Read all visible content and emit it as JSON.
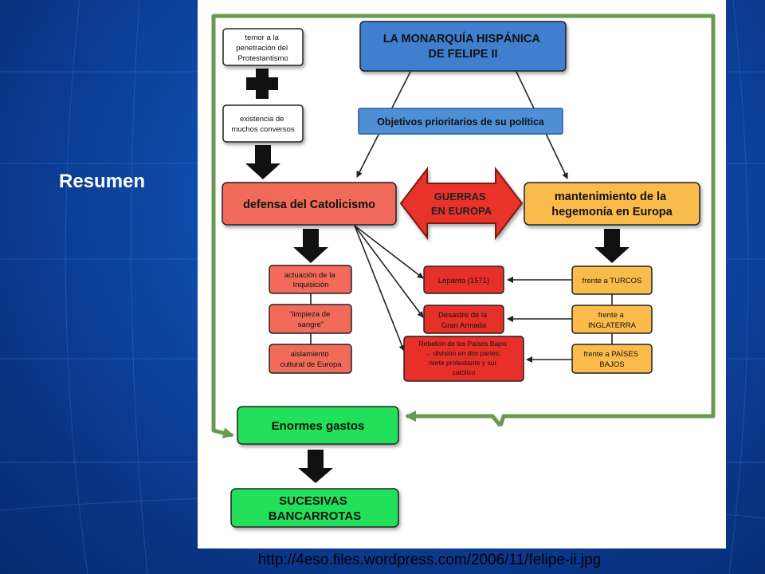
{
  "slide": {
    "title": "Resumen",
    "footer_url": "http://4eso.files.wordpress.com/2006/11/felipe-ii.jpg"
  },
  "colors": {
    "background": "#0f4aa8",
    "blue_node": "#3f7fcf",
    "salmon_node": "#f26b5a",
    "red_node": "#e8302a",
    "orange_node": "#fbbb4b",
    "green_node": "#22e05a",
    "loop_arrow": "#6a9a52"
  },
  "diagram": {
    "title_lines": [
      "LA MONARQUÍA HISPÁNICA",
      "DE FELIPE II"
    ],
    "objectives": "Objetivos prioritarios de su política",
    "fear_lines": [
      "temor a la",
      "penetración del",
      "Protestantismo"
    ],
    "converts_lines": [
      "existencia de",
      "muchos conversos"
    ],
    "defense": "defensa del Catolicismo",
    "wars_lines": [
      "GUERRAS",
      "EN EUROPA"
    ],
    "hegemony_lines": [
      "mantenimiento de la",
      "hegemonía en Europa"
    ],
    "catholic_items": [
      [
        "actuación de la",
        "Inquisición"
      ],
      [
        "\"limpieza de",
        "sangre\""
      ],
      [
        "aislamiento",
        "cultural de Europa"
      ]
    ],
    "events": [
      [
        "Lepanto (1571)"
      ],
      [
        "Desastre de la",
        "Gran Armada"
      ],
      [
        "Rebelión de los Países Bajos",
        "→ división en dos partes:",
        "norte protestante y sur",
        "católico"
      ]
    ],
    "fronts": [
      [
        "frente a TURCOS"
      ],
      [
        "frente a",
        "INGLATERRA"
      ],
      [
        "frente a PAÍSES",
        "BAJOS"
      ]
    ],
    "expenses": "Enormes gastos",
    "bankruptcy_lines": [
      "SUCESIVAS",
      "BANCARROTAS"
    ]
  }
}
